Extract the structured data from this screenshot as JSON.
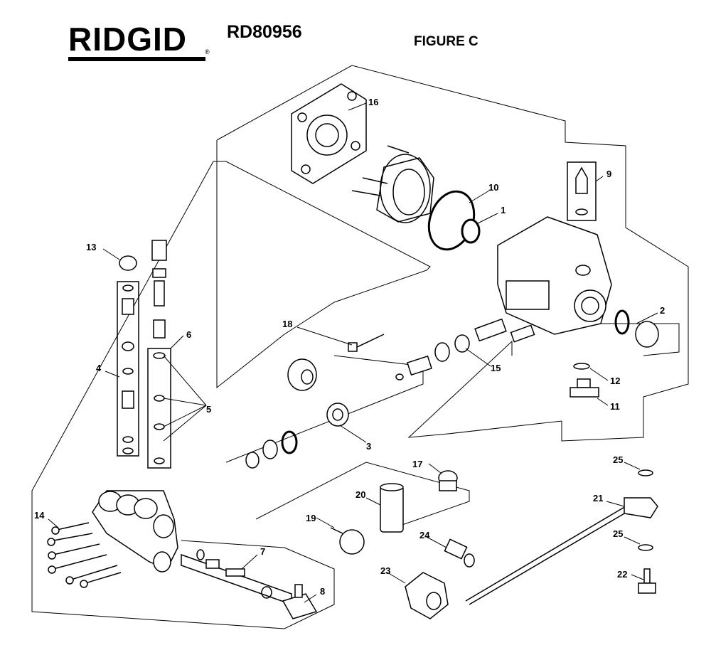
{
  "header": {
    "brand": "RIDGID",
    "model": "RD80956",
    "figure": "FIGURE C"
  },
  "callouts": [
    "1",
    "2",
    "3",
    "4",
    "5",
    "6",
    "7",
    "8",
    "9",
    "10",
    "11",
    "12",
    "13",
    "14",
    "15",
    "16",
    "17",
    "18",
    "19",
    "20",
    "21",
    "22",
    "23",
    "24",
    "25",
    "25"
  ],
  "colors": {
    "ink": "#000000",
    "paper": "#ffffff"
  }
}
